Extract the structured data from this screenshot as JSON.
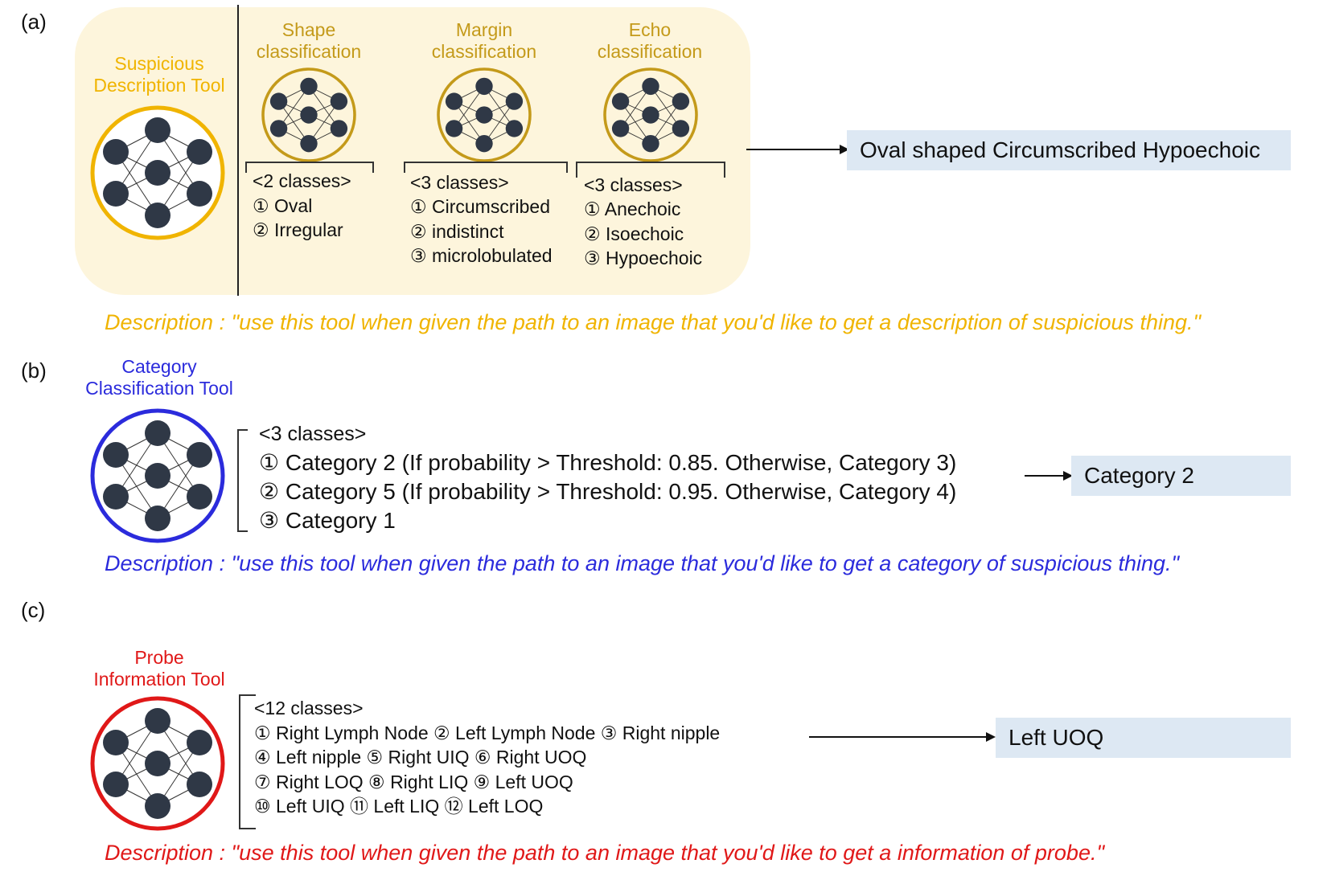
{
  "colors": {
    "yellow": "#f0b400",
    "gold": "#c49a1a",
    "blue": "#2b2bdc",
    "red": "#e01818",
    "node": "#2f3846",
    "panel_bg": "#fdf5dc",
    "result_bg": "#dde8f3"
  },
  "panel_a": {
    "label": "(a)",
    "tool_title": [
      "Suspicious",
      "Description Tool"
    ],
    "sub_tools": [
      {
        "title": [
          "Shape",
          "classification"
        ],
        "head": "<2 classes>",
        "items": [
          "① Oval",
          "② Irregular"
        ]
      },
      {
        "title": [
          "Margin",
          "classification"
        ],
        "head": "<3 classes>",
        "items": [
          "① Circumscribed",
          "② indistinct",
          "③ microlobulated"
        ]
      },
      {
        "title": [
          "Echo",
          "classification"
        ],
        "head": "<3 classes>",
        "items": [
          "① Anechoic",
          "② Isoechoic",
          "③ Hypoechoic"
        ]
      }
    ],
    "result": "Oval shaped Circumscribed Hypoechoic",
    "description": "Description : \"use this tool when given the path to an image that you'd like to get a description of suspicious thing.\""
  },
  "panel_b": {
    "label": "(b)",
    "tool_title": [
      "Category",
      "Classification Tool"
    ],
    "head": "<3 classes>",
    "items": [
      "① Category 2 (If probability > Threshold: 0.85. Otherwise, Category 3)",
      "② Category 5 (If probability > Threshold: 0.95. Otherwise, Category 4)",
      "③ Category 1"
    ],
    "result": "Category 2",
    "description": "Description : \"use this tool when given the path to an image that you'd like to get a category of suspicious thing.\""
  },
  "panel_c": {
    "label": "(c)",
    "tool_title": [
      "Probe",
      "Information Tool"
    ],
    "head": "<12 classes>",
    "lines": [
      "① Right Lymph Node ② Left Lymph Node ③ Right nipple",
      "④ Left nipple ⑤ Right UIQ ⑥ Right UOQ",
      "⑦ Right LOQ ⑧ Right LIQ ⑨ Left UOQ",
      "⑩ Left UIQ ⑪ Left LIQ ⑫ Left LOQ"
    ],
    "result": "Left UOQ",
    "description": "Description : \"use this tool when given the path to an image that you'd like to get a information of probe.\""
  }
}
